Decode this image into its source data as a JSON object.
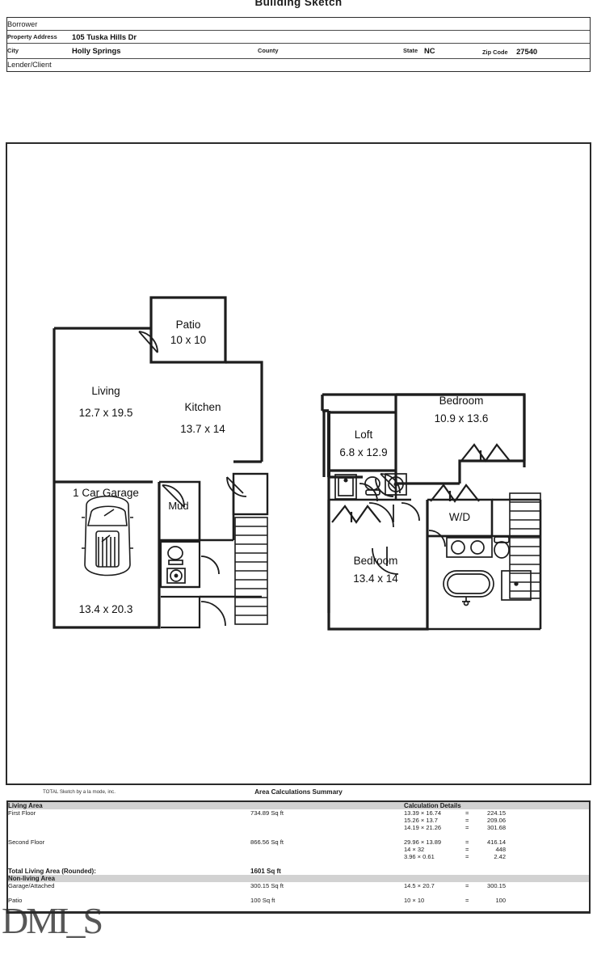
{
  "document": {
    "title": "Building Sketch",
    "credit": "TOTAL Sketch by a la mode, inc.",
    "watermark": "DMI_S"
  },
  "info": {
    "rows": [
      {
        "label": "Borrower",
        "value": ""
      },
      {
        "label": "Property Address",
        "value": "105 Tuska Hills Dr"
      },
      {
        "label": "City",
        "value": "Holly Springs"
      },
      {
        "label": "Lender/Client",
        "value": ""
      }
    ],
    "county_label": "County",
    "county_value": "",
    "state_label": "State",
    "state_value": "NC",
    "zip_label": "Zip Code",
    "zip_value": "27540"
  },
  "sketch": {
    "first_floor": {
      "rooms": [
        {
          "name": "Patio",
          "dims": "10 x 10"
        },
        {
          "name": "Living",
          "dims": "12.7 x 19.5"
        },
        {
          "name": "Kitchen",
          "dims": "13.7 x 14"
        },
        {
          "name": "1 Car Garage",
          "dims": "13.4 x 20.3"
        },
        {
          "name": "Mud",
          "dims": ""
        }
      ]
    },
    "second_floor": {
      "rooms": [
        {
          "name": "Bedroom",
          "dims": "10.9 x 13.6"
        },
        {
          "name": "Loft",
          "dims": "6.8 x 12.9"
        },
        {
          "name": "Bedroom",
          "dims": "13.4 x 14"
        },
        {
          "name": "W/D",
          "dims": ""
        }
      ]
    }
  },
  "area_summary": {
    "title": "Area Calculations Summary",
    "col_living_area": "Living Area",
    "col_calculation_details": "Calculation Details",
    "living_rows": [
      {
        "name": "First Floor",
        "area": "734.89 Sq ft",
        "details": [
          {
            "dim": "13.39 × 16.74",
            "eq": "=",
            "val": "224.15"
          },
          {
            "dim": "15.26 × 13.7",
            "eq": "=",
            "val": "209.06"
          },
          {
            "dim": "14.19 × 21.26",
            "eq": "=",
            "val": "301.68"
          }
        ]
      },
      {
        "name": "Second Floor",
        "area": "866.56 Sq ft",
        "details": [
          {
            "dim": "29.96 × 13.89",
            "eq": "=",
            "val": "416.14"
          },
          {
            "dim": "14 × 32",
            "eq": "=",
            "val": "448"
          },
          {
            "dim": "3.96 × 0.61",
            "eq": "=",
            "val": "2.42"
          }
        ]
      }
    ],
    "total_label": "Total Living Area (Rounded):",
    "total_value": "1601 Sq ft",
    "col_non_living_area": "Non-living Area",
    "non_living_rows": [
      {
        "name": "Garage/Attached",
        "area": "300.15 Sq ft",
        "details": [
          {
            "dim": "14.5 × 20.7",
            "eq": "=",
            "val": "300.15"
          }
        ]
      },
      {
        "name": "Patio",
        "area": "100 Sq ft",
        "details": [
          {
            "dim": "10 × 10",
            "eq": "=",
            "val": "100"
          }
        ]
      }
    ]
  }
}
